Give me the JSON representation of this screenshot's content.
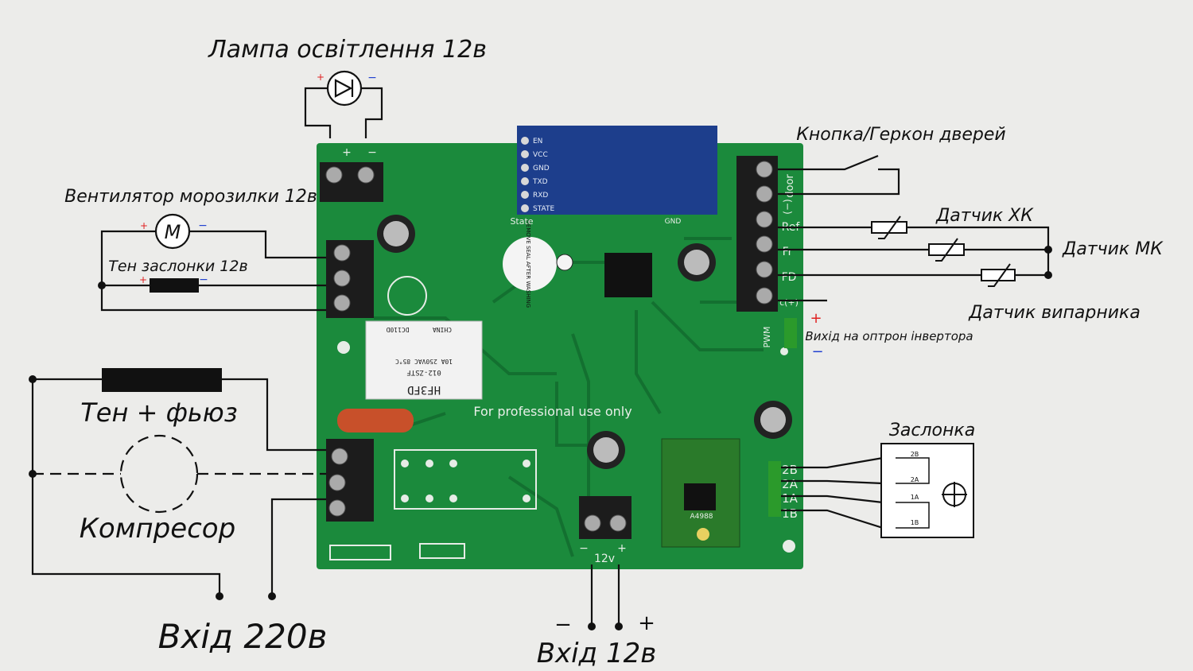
{
  "colors": {
    "pcb": "#1b8a3c",
    "pcb_dark": "#137030",
    "plus": "#e02020",
    "minus": "#2040d0",
    "terminal": "#1c1c1c",
    "bt_module": "#1d3e8c",
    "stepper_board": "#2a7a2a"
  },
  "labels": {
    "lamp": "Лампа освітлення 12в",
    "fan": "Вентилятор морозилки 12в",
    "damper_heater": "Тен заслонки 12в",
    "heater_fuse": "Тен + фьюз",
    "compressor": "Компресор",
    "input_220": "Вхід 220в",
    "input_12": "Вхід 12в",
    "door_button": "Кнопка/Геркон дверей",
    "sensor_xk": "Датчик ХК",
    "sensor_mk": "Датчик МК",
    "sensor_evap": "Датчик випарника",
    "optron": "Вихід на оптрон інвертора",
    "damper": "Заслонка"
  },
  "symbols": {
    "plus": "+",
    "minus": "−",
    "motor": "M"
  },
  "pcb_text": {
    "professional": "For professional use only",
    "terminal_plus": "+",
    "terminal_minus": "−",
    "v12": "12v",
    "gnd": "GND",
    "state": "State",
    "pwm": "PWM",
    "door": "door",
    "minus_pin": "(−)",
    "ref": "Ref",
    "fr": "Fr",
    "fd": "FD",
    "cplus": "c(+)",
    "pin_2b": "2B",
    "pin_2a": "2A",
    "pin_1a": "1A",
    "pin_1b": "1B",
    "buzzer": "REMOVE SEAL AFTER WASHING",
    "relay_brand": "HF3FD",
    "relay_model": "012-ZSTF",
    "relay_rating": "10A 250VAC 85°C",
    "relay_country": "CHINA",
    "relay_code": "DC110D",
    "driver": "A4988"
  },
  "bt_pins": [
    "EN",
    "VCC",
    "GND",
    "TXD",
    "RXD",
    "STATE"
  ],
  "motor_coils": [
    "2B",
    "2A",
    "1A",
    "1B"
  ]
}
